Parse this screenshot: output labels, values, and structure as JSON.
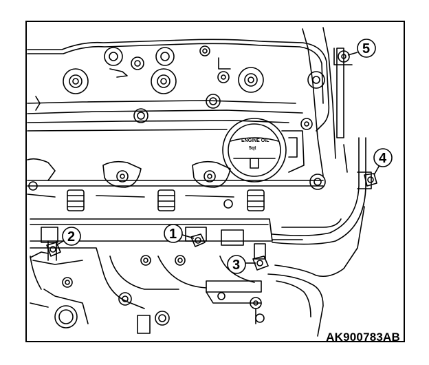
{
  "figure": {
    "reference_code": "AK900783AB",
    "cap_text": [
      "ENGINE OIL",
      "5qt"
    ],
    "callouts": [
      {
        "id": "1",
        "label": "1"
      },
      {
        "id": "2",
        "label": "2"
      },
      {
        "id": "3",
        "label": "3"
      },
      {
        "id": "4",
        "label": "4"
      },
      {
        "id": "5",
        "label": "5"
      }
    ]
  }
}
